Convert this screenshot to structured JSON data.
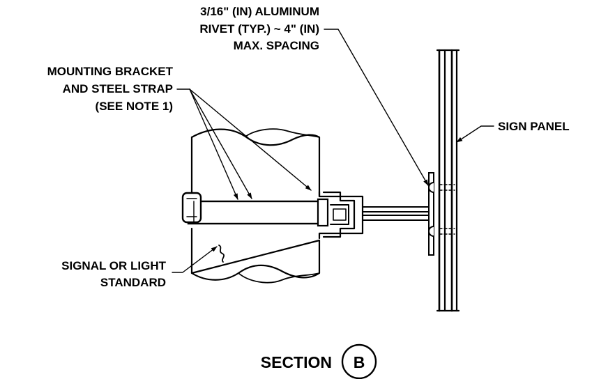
{
  "labels": {
    "rivet": [
      "3/16\" (IN) ALUMINUM",
      "RIVET (TYP.) ~ 4\" (IN)",
      "MAX. SPACING"
    ],
    "bracket": [
      "MOUNTING BRACKET",
      "AND STEEL STRAP",
      "(SEE NOTE 1)"
    ],
    "sign_panel": "SIGN PANEL",
    "standard": [
      "SIGNAL OR LIGHT",
      "STANDARD"
    ]
  },
  "title": {
    "text": "SECTION",
    "marker": "B"
  }
}
